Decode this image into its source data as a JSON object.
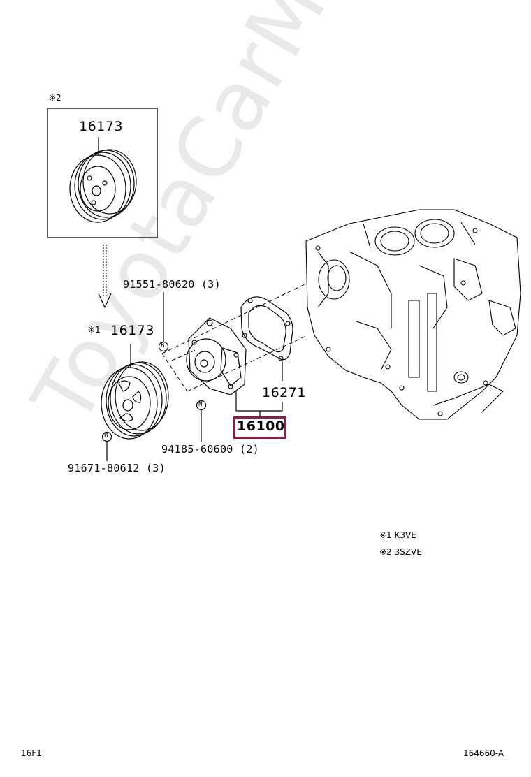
{
  "watermark": "ToyotaCarMine.ru",
  "inset": {
    "note_mark": "※2",
    "part_number": "16173"
  },
  "parts": {
    "pulley_part": "16173",
    "pulley_note": "※1",
    "bolt_upper": "91551-80620 (3)",
    "bolt_lower": "91671-80612 (3)",
    "gasket": "16271",
    "water_pump": "16100",
    "nut": "94185-60600 (2)"
  },
  "callouts": {
    "b_upper": "B",
    "b_lower": "B",
    "n": "N"
  },
  "legend": [
    {
      "mark": "※1",
      "text": "K3VE"
    },
    {
      "mark": "※2",
      "text": "3SZVE"
    }
  ],
  "footer": {
    "left": "16F1",
    "right": "164660-A"
  },
  "colors": {
    "highlight": "#8e1e3c",
    "watermark": "#e9e9e9"
  }
}
